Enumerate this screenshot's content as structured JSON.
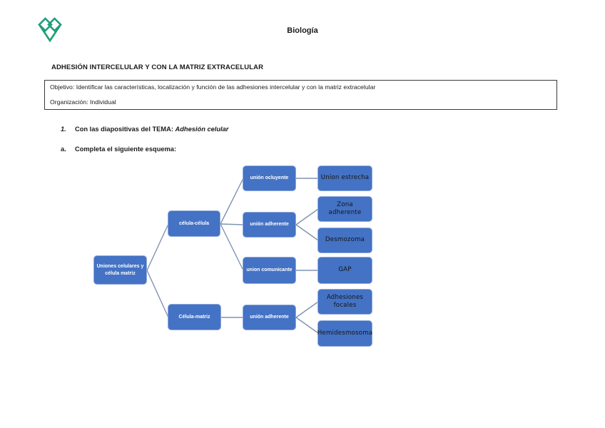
{
  "header": {
    "title": "Biología",
    "logo_color": "#1f9e78"
  },
  "document": {
    "heading": "ADHESIÓN INTERCELULAR Y CON LA MATRIZ EXTRACELULAR",
    "objective_box": {
      "objective": "Objetivo: Identificar las características, localización y función de las adhesiones intercelular y con la matriz extracelular",
      "organization": "Organización: Individual"
    },
    "items": {
      "item1": {
        "marker": "1.",
        "text": "Con las diapositivas del TEMA: ",
        "emphasis": "Adhesión celular"
      },
      "item_a": {
        "marker": "a.",
        "text": "Completa el siguiente esquema:"
      }
    }
  },
  "diagram": {
    "box_color": "#4472c4",
    "box_border_color": "#8faadc",
    "connector_color": "#7f93b3",
    "nodes": {
      "root": {
        "label": "Uniones celulares y célula matriz"
      },
      "celula_celula": {
        "label": "célula-célula"
      },
      "celula_matriz": {
        "label": "Célula-matriz"
      },
      "union_ocluyente": {
        "label": "unión ocluyente"
      },
      "union_adherente_1": {
        "label": "unión adherente"
      },
      "union_comunicante": {
        "label": "union comunicante"
      },
      "union_adherente_2": {
        "label": "unión adherente"
      },
      "union_estrecha": {
        "label": "Union estrecha"
      },
      "zona_adherente": {
        "label": "Zona adherente"
      },
      "desmozoma": {
        "label": "Desmozoma"
      },
      "gap": {
        "label": "GAP"
      },
      "adhesiones_focales": {
        "label": "Adhesiones focales"
      },
      "hemidesmosoma": {
        "label": "Hemidesmosoma"
      }
    }
  }
}
